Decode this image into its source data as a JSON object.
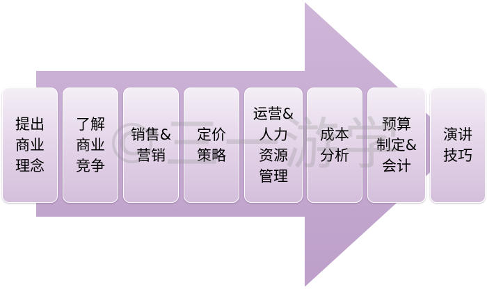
{
  "diagram": {
    "steps": [
      "提出\n商业\n理念",
      "了解\n商业\n竞争",
      "销售&\n营销",
      "定价\n策略",
      "运营&\n人力\n资源\n管理",
      "成本\n分析",
      "预算\n制定&\n会计",
      "演讲\n技巧"
    ],
    "watermark": "©三一游学"
  },
  "colors": {
    "arrow": "#c6aad0",
    "box_top": "#f4eef6",
    "box_bottom": "#d4bfdb"
  }
}
